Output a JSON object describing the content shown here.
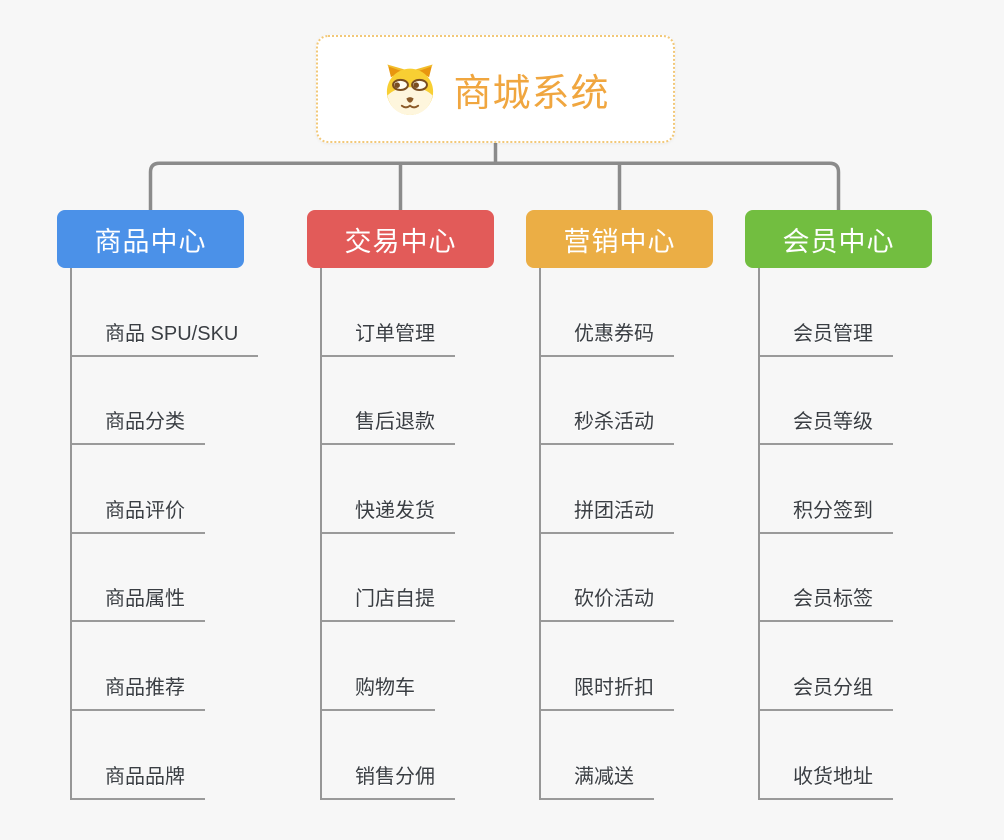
{
  "root": {
    "title": "商城系统",
    "icon": "dog-face-icon"
  },
  "branches": [
    {
      "label": "商品中心",
      "color": "#4b91e8",
      "children": [
        "商品 SPU/SKU",
        "商品分类",
        "商品评价",
        "商品属性",
        "商品推荐",
        "商品品牌"
      ]
    },
    {
      "label": "交易中心",
      "color": "#e25b59",
      "children": [
        "订单管理",
        "售后退款",
        "快递发货",
        "门店自提",
        "购物车",
        "销售分佣"
      ]
    },
    {
      "label": "营销中心",
      "color": "#ebae45",
      "children": [
        "优惠券码",
        "秒杀活动",
        "拼团活动",
        "砍价活动",
        "限时折扣",
        "满减送"
      ]
    },
    {
      "label": "会员中心",
      "color": "#72be40",
      "children": [
        "会员管理",
        "会员等级",
        "积分签到",
        "会员标签",
        "会员分组",
        "收货地址"
      ]
    }
  ],
  "style": {
    "background": "#f7f7f7",
    "root_border_color": "#f2c878",
    "root_title_color": "#f0a63f",
    "connector_color": "#8b8b8b",
    "spine_color": "#979797",
    "underline_color": "#9a9a9a",
    "child_text_color": "#3a3e43"
  }
}
